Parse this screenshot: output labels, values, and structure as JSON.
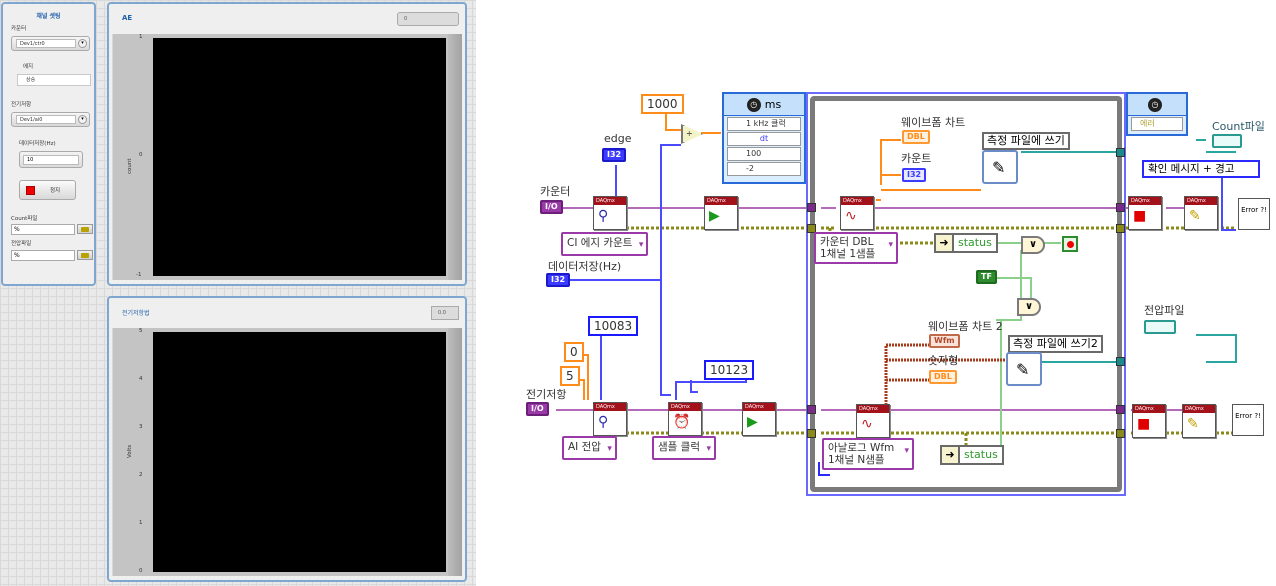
{
  "front_panel": {
    "settings": {
      "title": "채널 셋팅",
      "counter_label": "카운터",
      "counter_value": "Dev1/ctr0",
      "edge_label": "에지",
      "edge_value": "상승",
      "resistance_label": "전기저항",
      "resistance_value": "Dev1/ai0",
      "rate_label": "데이터저장(Hz)",
      "rate_value": "10",
      "stop_label": "정지",
      "count_file_label": "Count파일",
      "count_file_value": "",
      "voltage_file_label": "전압파일",
      "voltage_file_value": "",
      "path_icon": "%"
    },
    "ae_graph": {
      "title": "AE",
      "digital_value": "0",
      "y_label": "count",
      "y_ticks": [
        "1",
        "0",
        "-1"
      ]
    },
    "volt_graph": {
      "title": "전기저항법",
      "digital_value": "0.0",
      "y_label": "Volts",
      "y_ticks": [
        "5",
        "4",
        "3",
        "2",
        "1",
        "0"
      ]
    }
  },
  "block_diagram": {
    "constants": {
      "c1000": "1000",
      "c10083": "10083",
      "c0": "0",
      "c5": "5",
      "c10123": "10123"
    },
    "labels": {
      "edge": "edge",
      "counter": "카운터",
      "data_rate": "데이터저장(Hz)",
      "resistance": "전기저항",
      "waveform_chart": "웨이브폼 차트",
      "count": "카운트",
      "waveform_chart2": "웨이브폼 차트 2",
      "numeric": "숫자형",
      "count_file": "Count파일",
      "voltage_file": "전압파일"
    },
    "terminals": {
      "i32": "I32",
      "io": "I/O",
      "dbl": "DBL",
      "tf": "TF",
      "wfm": "Wfm"
    },
    "polymorphic": {
      "ci_edge": "CI 에지 카운트",
      "ai_voltage": "AI 전압",
      "sample_clock": "샘플 클럭",
      "counter_dbl_line1": "카운터 DBL",
      "counter_dbl_line2": "1채널 1샘플",
      "analog_wfm_line1": "아날로그 Wfm",
      "analog_wfm_line2": "1채널 N샘플",
      "error_msg": "확인 메시지 + 경고"
    },
    "timed_struct": {
      "unit": "ms",
      "rows": [
        "1 kHz 클럭",
        "dt",
        "100",
        "-2"
      ],
      "end_unit": "에러"
    },
    "express": {
      "write1": "측정 파일에 쓰기",
      "write2": "측정 파일에 쓰기2"
    },
    "status_label": "status",
    "status_label2": "status",
    "or_glyph": "∨",
    "error_glyph": "Error ?!",
    "daqmx_header": "DAQmx",
    "divide_glyph": "÷"
  }
}
